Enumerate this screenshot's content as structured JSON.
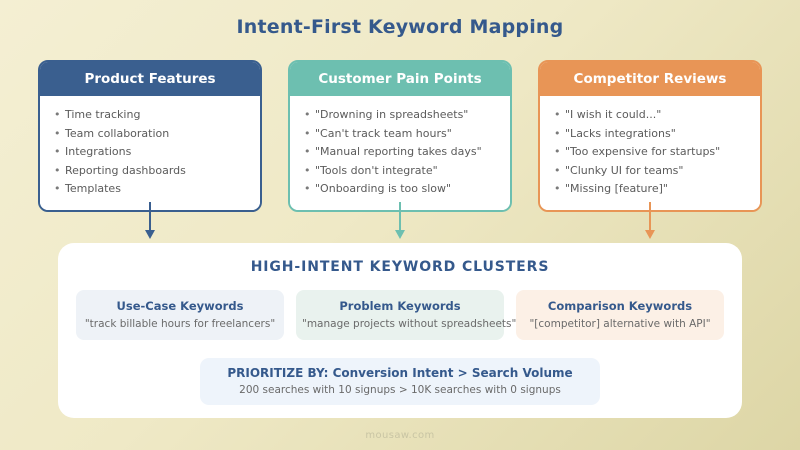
{
  "page": {
    "title": "Intent-First Keyword Mapping",
    "watermark": "mousaw.com",
    "background_start": "#f4efd3",
    "background_end": "#ddd6a6"
  },
  "sources": [
    {
      "header": "Product Features",
      "accent": "#3a5f8f",
      "items": [
        "Time tracking",
        "Team collaboration",
        "Integrations",
        "Reporting dashboards",
        "Templates"
      ]
    },
    {
      "header": "Customer Pain Points",
      "accent": "#6dbfb0",
      "items": [
        "\"Drowning in spreadsheets\"",
        "\"Can't track team hours\"",
        "\"Manual reporting takes days\"",
        "\"Tools don't integrate\"",
        "\"Onboarding is too slow\""
      ]
    },
    {
      "header": "Competitor Reviews",
      "accent": "#e89556",
      "items": [
        "\"I wish it could...\"",
        "\"Lacks integrations\"",
        "\"Too expensive for startups\"",
        "\"Clunky UI for teams\"",
        "\"Missing [feature]\""
      ]
    }
  ],
  "result": {
    "title": "HIGH-INTENT KEYWORD CLUSTERS",
    "clusters": [
      {
        "title": "Use-Case Keywords",
        "example": "\"track billable hours for freelancers\"",
        "tint": "#eef2f7"
      },
      {
        "title": "Problem Keywords",
        "example": "\"manage projects without spreadsheets\"",
        "tint": "#e9f2ee"
      },
      {
        "title": "Comparison Keywords",
        "example": "\"[competitor] alternative with API\"",
        "tint": "#fcf0e6"
      }
    ],
    "priority": {
      "title": "PRIORITIZE BY: Conversion Intent > Search Volume",
      "subtitle": "200 searches with 10 signups > 10K searches with 0 signups"
    }
  }
}
